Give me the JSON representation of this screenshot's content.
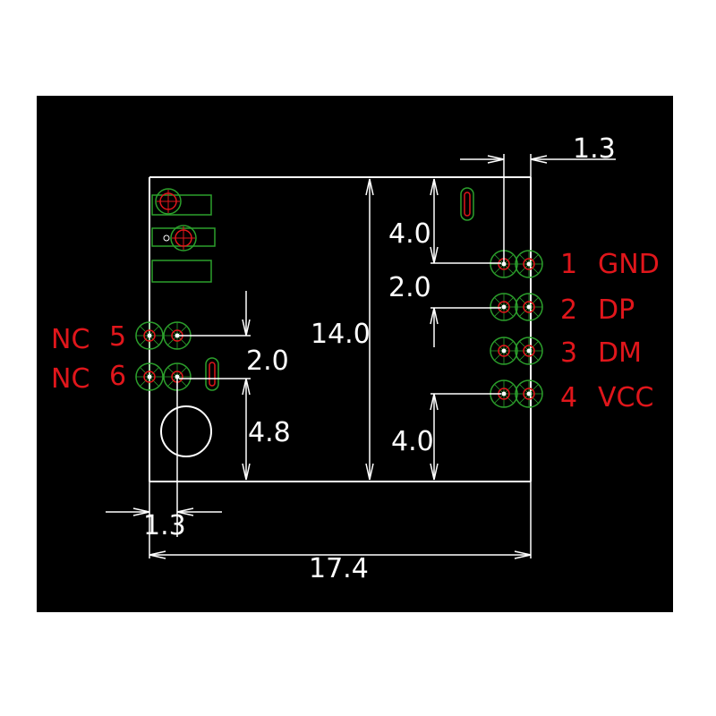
{
  "colors": {
    "background": "#ffffff",
    "panel": "#000000",
    "outline": "#ffffff",
    "pad_ring": "#2ca02c",
    "pad_core": "#e0161b"
  },
  "dimensions": {
    "top_pitch": "1.3",
    "right_top_spacing": "4.0",
    "right_pin_spacing": "2.0",
    "height": "14.0",
    "right_bottom_spacing": "4.0",
    "left_pin_spacing": "2.0",
    "left_bottom_spacing": "4.8",
    "bottom_pitch": "1.3",
    "width": "17.4"
  },
  "pins": {
    "right": [
      {
        "number": "1",
        "name": "GND"
      },
      {
        "number": "2",
        "name": "DP"
      },
      {
        "number": "3",
        "name": "DM"
      },
      {
        "number": "4",
        "name": "VCC"
      }
    ],
    "left": [
      {
        "number": "5",
        "name": "NC"
      },
      {
        "number": "6",
        "name": "NC"
      }
    ]
  }
}
